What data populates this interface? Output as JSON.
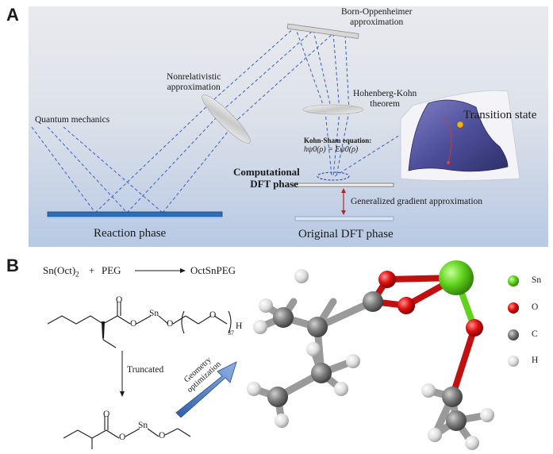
{
  "panel_a": {
    "letter": "A",
    "born_oppenheimer": [
      "Born-Oppenheimer",
      "approximation"
    ],
    "nonrelativistic": [
      "Nonrelativistic",
      "approximation"
    ],
    "hohenberg_kohn": [
      "Hohenberg-Kohn",
      "theorem"
    ],
    "quantum_mechanics": "Quantum mechanics",
    "kohn_sham_title": "Kohn-Sham equation:",
    "kohn_sham_eq": "hψ0(ρ) = Eψ0(ρ)",
    "transition_state": "Transition state",
    "computational_dft": [
      "Computational",
      "DFT phase"
    ],
    "gga": "Generalized gradient approximation",
    "reaction_phase": "Reaction phase",
    "original_dft": "Original DFT phase"
  },
  "panel_b": {
    "letter": "B",
    "reaction": {
      "reactant1": "Sn(Oct)2",
      "plus": "+",
      "reactant2": "PEG",
      "product": "OctSnPEG"
    },
    "truncated": "Truncated",
    "geometry_optimization": [
      "Geometry",
      "optimization"
    ],
    "structure_labels": {
      "o": "O",
      "sn": "Sn",
      "h": "H",
      "subscript": "37"
    },
    "legend": [
      {
        "label": "Sn",
        "color": "#5fd31c"
      },
      {
        "label": "O",
        "color": "#e01010"
      },
      {
        "label": "C",
        "color": "#7d7d7d"
      },
      {
        "label": "H",
        "color": "#dcdcdc"
      }
    ]
  }
}
